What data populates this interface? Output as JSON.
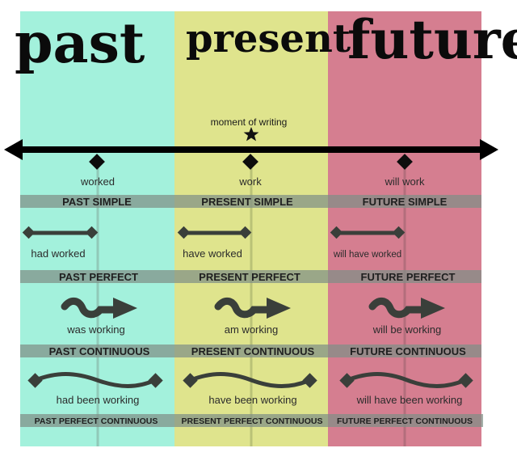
{
  "columns": [
    {
      "key": "past",
      "heading": "past",
      "color": "#a3f1dc"
    },
    {
      "key": "present",
      "heading": "present",
      "color": "#dfe48d"
    },
    {
      "key": "future",
      "heading": "future",
      "color": "#d57e90"
    }
  ],
  "timeline": {
    "annotation": "moment of writing",
    "line_color": "#000000",
    "marker_color": "#0d0d0d"
  },
  "tenses": {
    "simple": {
      "forms": [
        "worked",
        "work",
        "will work"
      ],
      "bands": [
        "PAST SIMPLE",
        "PRESENT SIMPLE",
        "FUTURE SIMPLE"
      ]
    },
    "perfect": {
      "forms": [
        "had worked",
        "have worked",
        "will have worked"
      ],
      "bands": [
        "PAST PERFECT",
        "PRESENT PERFECT",
        "FUTURE PERFECT"
      ]
    },
    "continuous": {
      "forms": [
        "was working",
        "am working",
        "will be working"
      ],
      "bands": [
        "PAST CONTINUOUS",
        "PRESENT CONTINUOUS",
        "FUTURE CONTINUOUS"
      ]
    },
    "perfect_continuous": {
      "forms": [
        "had been working",
        "have been working",
        "will have been working"
      ],
      "bands": [
        "PAST PERFECT CONTINUOUS",
        "PRESENT PERFECT CONTINUOUS",
        "FUTURE PERFECT CONTINUOUS"
      ]
    }
  },
  "colors": {
    "band": "#7f8f86",
    "symbol": "#3a3f3a",
    "guide": "#9aa79f"
  }
}
